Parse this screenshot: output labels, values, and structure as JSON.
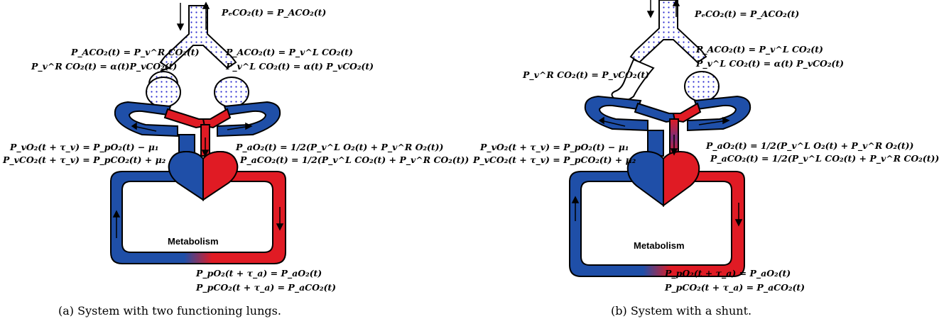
{
  "panel_a": {
    "caption": "(a) System with two functioning lungs.",
    "metabolism_label": "Metabolism",
    "eq_top": "PₑCO₂(t) = P_ACO₂(t)",
    "eq_left_lung_1": "P_ACO₂(t) = P_v^R CO₂(t)",
    "eq_left_lung_2": "P_v^R CO₂(t) =  α(t)P_vCO₂(t)",
    "eq_right_lung_1": "P_ACO₂(t) = P_v^L CO₂(t)",
    "eq_right_lung_2": "P_v^L CO₂(t) =  α(t) P_vCO₂(t)",
    "eq_venous_1": "P_vO₂(t + τ_v)  =  P_pO₂(t)  − μ₁",
    "eq_venous_2": "P_vCO₂(t + τ_v)  =  P_pCO₂(t)  + μ₂",
    "eq_arterial_1": "P_aO₂(t) = 1/2(P_v^L O₂(t) + P_v^R O₂(t))",
    "eq_arterial_2": "P_aCO₂(t) = 1/2(P_v^L CO₂(t) + P_v^R CO₂(t))",
    "eq_bottom_1": "P_pO₂(t + τ_a) = P_aO₂(t)",
    "eq_bottom_2": "P_pCO₂(t + τ_a) = P_aCO₂(t)"
  },
  "panel_b": {
    "caption": "(b) System with a shunt.",
    "metabolism_label": "Metabolism",
    "eq_top": "PₑCO₂(t) = P_ACO₂(t)",
    "eq_shunt": "P_v^R CO₂(t)  =  P_vCO₂(t)",
    "eq_right_lung_1": "P_ACO₂(t) = P_v^L CO₂(t)",
    "eq_right_lung_2": "P_v^L CO₂(t) =  α(t) P_vCO₂(t)",
    "eq_venous_1": "P_vO₂(t + τ_v)  =  P_pO₂(t)  − μ₁",
    "eq_venous_2": "P_vCO₂(t + τ_v)  =  P_pCO₂(t)  + μ₂",
    "eq_arterial_1": "P_aO₂(t) = 1/2(P_v^L O₂(t) + P_v^R O₂(t))",
    "eq_arterial_2": "P_aCO₂(t) = 1/2(P_v^L CO₂(t) + P_v^R CO₂(t))",
    "eq_bottom_1": "P_pO₂(t + τ_a) = P_aO₂(t)",
    "eq_bottom_2": "P_pCO₂(t + τ_a) = P_aCO₂(t)"
  },
  "colors": {
    "venous": "#1f4fa8",
    "arterial": "#e01b24",
    "outline": "#000000",
    "air_dots": "#2a2ad0"
  }
}
